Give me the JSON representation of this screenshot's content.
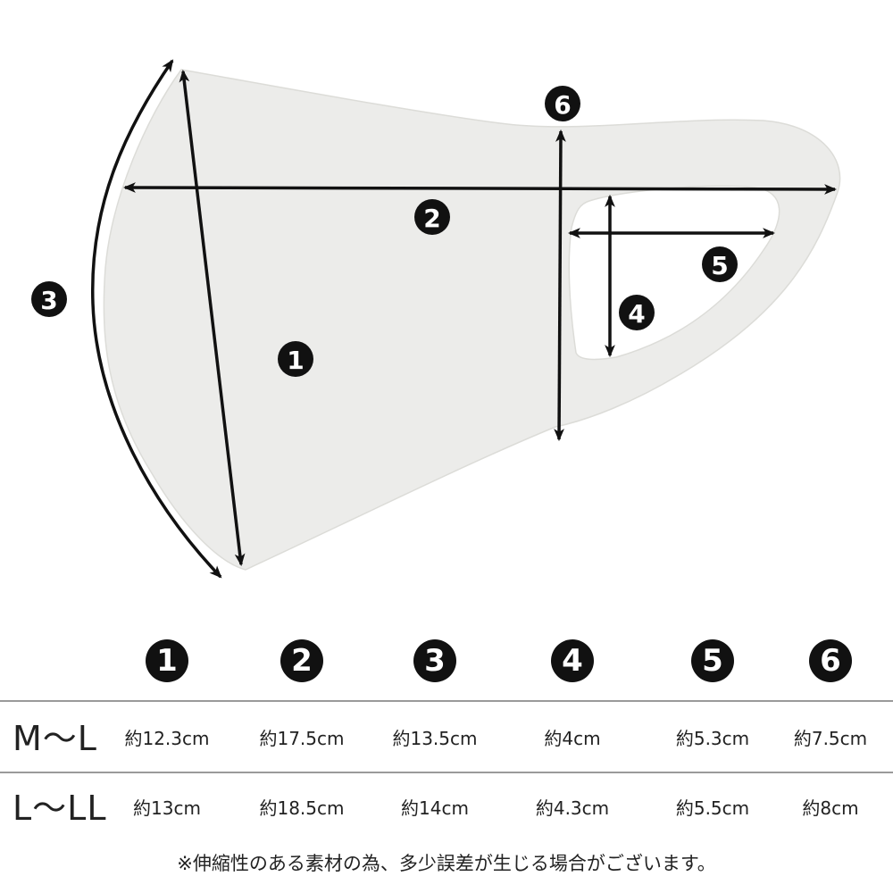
{
  "diagram": {
    "markers": [
      "1",
      "2",
      "3",
      "4",
      "5",
      "6"
    ],
    "mask_color": "#ececea",
    "mask_outline": "#dcdcd8",
    "arrow_color": "#111111"
  },
  "table": {
    "headers": [
      "1",
      "2",
      "3",
      "4",
      "5",
      "6"
    ],
    "rows": [
      {
        "size": "M～L",
        "values": [
          "約12.3cm",
          "約17.5cm",
          "約13.5cm",
          "約4cm",
          "約5.3cm",
          "約7.5cm"
        ]
      },
      {
        "size": "L～LL",
        "values": [
          "約13cm",
          "約18.5cm",
          "約14cm",
          "約4.3cm",
          "約5.5cm",
          "約8cm"
        ]
      }
    ]
  },
  "note": "※伸縮性のある素材の為、多少誤差が生じる場合がございます。"
}
